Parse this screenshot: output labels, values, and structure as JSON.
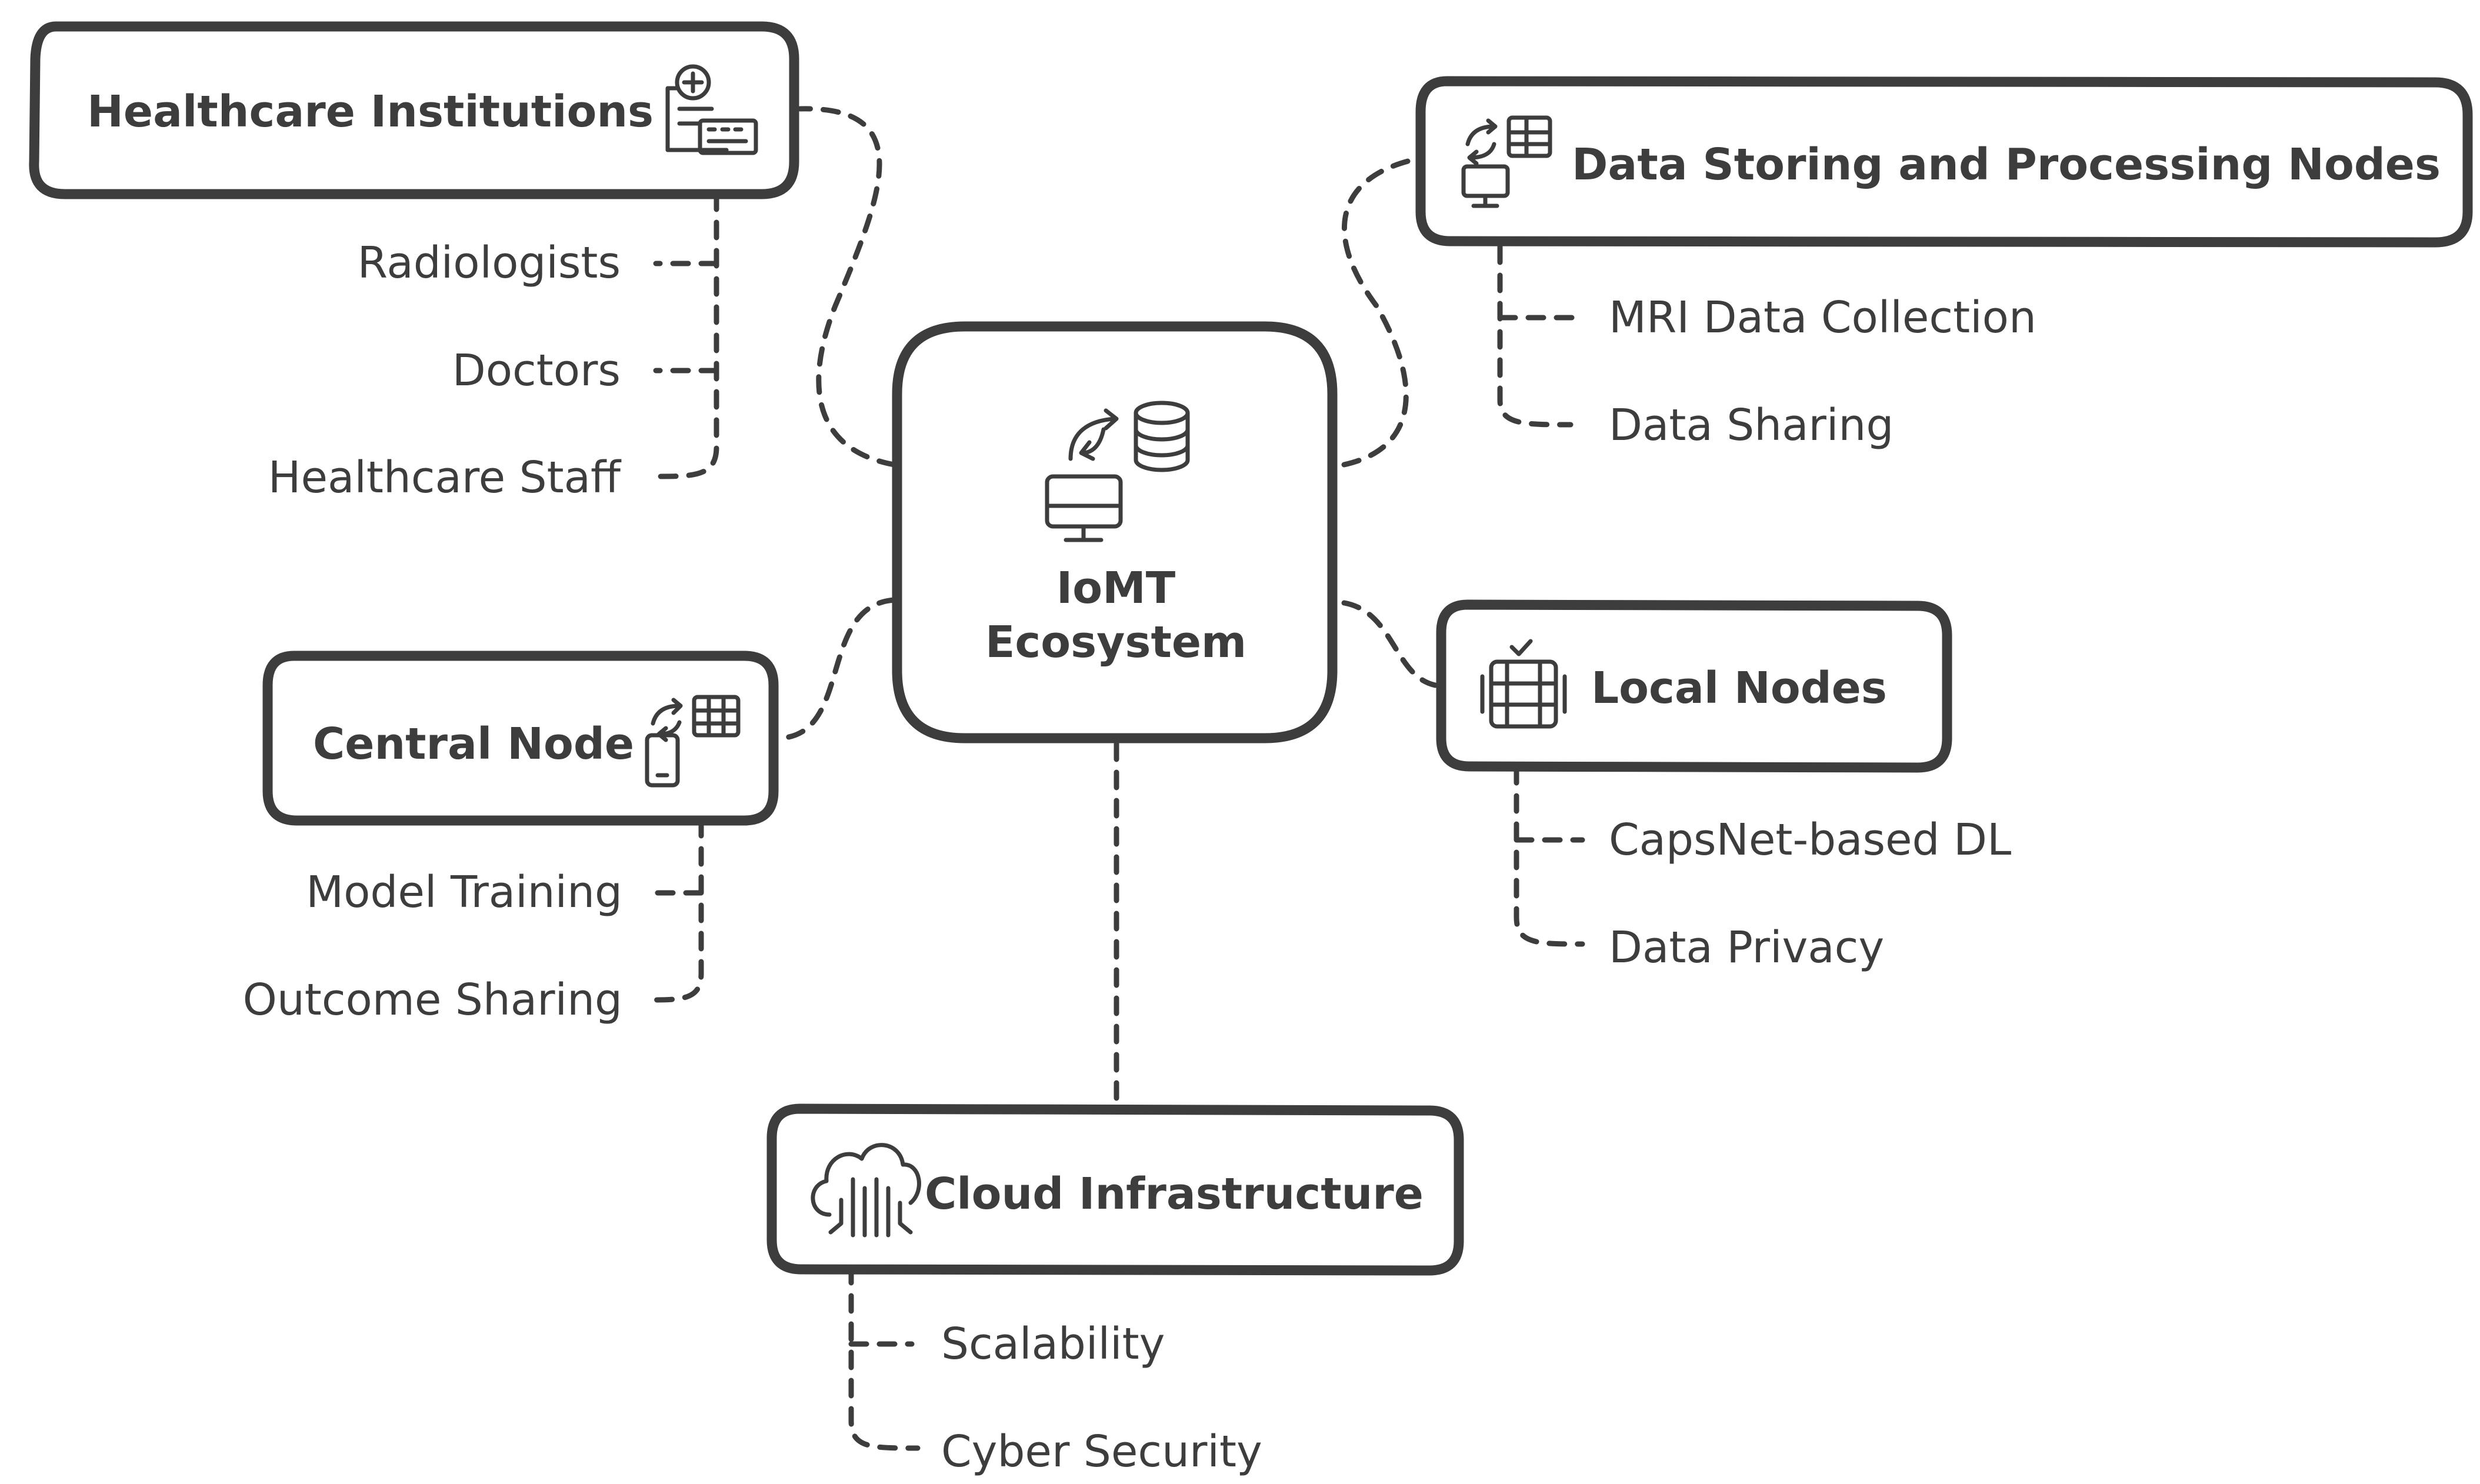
{
  "center": {
    "title_line1": "IoMT",
    "title_line2": "Ecosystem",
    "icon": "monitor-database-sync-icon"
  },
  "nodes": [
    {
      "id": "healthcare-institutions",
      "title": "Healthcare Institutions",
      "icon": "hospital-document-icon",
      "items": [
        "Radiologists",
        "Doctors",
        "Healthcare Staff"
      ]
    },
    {
      "id": "data-storing",
      "title": "Data Storing and Processing Nodes",
      "icon": "monitor-table-sync-icon",
      "items": [
        "MRI Data Collection",
        "Data Sharing"
      ]
    },
    {
      "id": "central-node",
      "title": "Central Node",
      "icon": "phone-table-sync-icon",
      "items": [
        "Model Training",
        "Outcome Sharing"
      ]
    },
    {
      "id": "local-nodes",
      "title": "Local Nodes",
      "icon": "server-check-icon",
      "items": [
        "CapsNet-based DL",
        "Data Privacy"
      ]
    },
    {
      "id": "cloud-infrastructure",
      "title": "Cloud Infrastructure",
      "icon": "cloud-circuit-icon",
      "items": [
        "Scalability",
        "Cyber Security"
      ]
    }
  ],
  "colors": {
    "stroke": "#3d3d3d",
    "background": "#ffffff"
  }
}
